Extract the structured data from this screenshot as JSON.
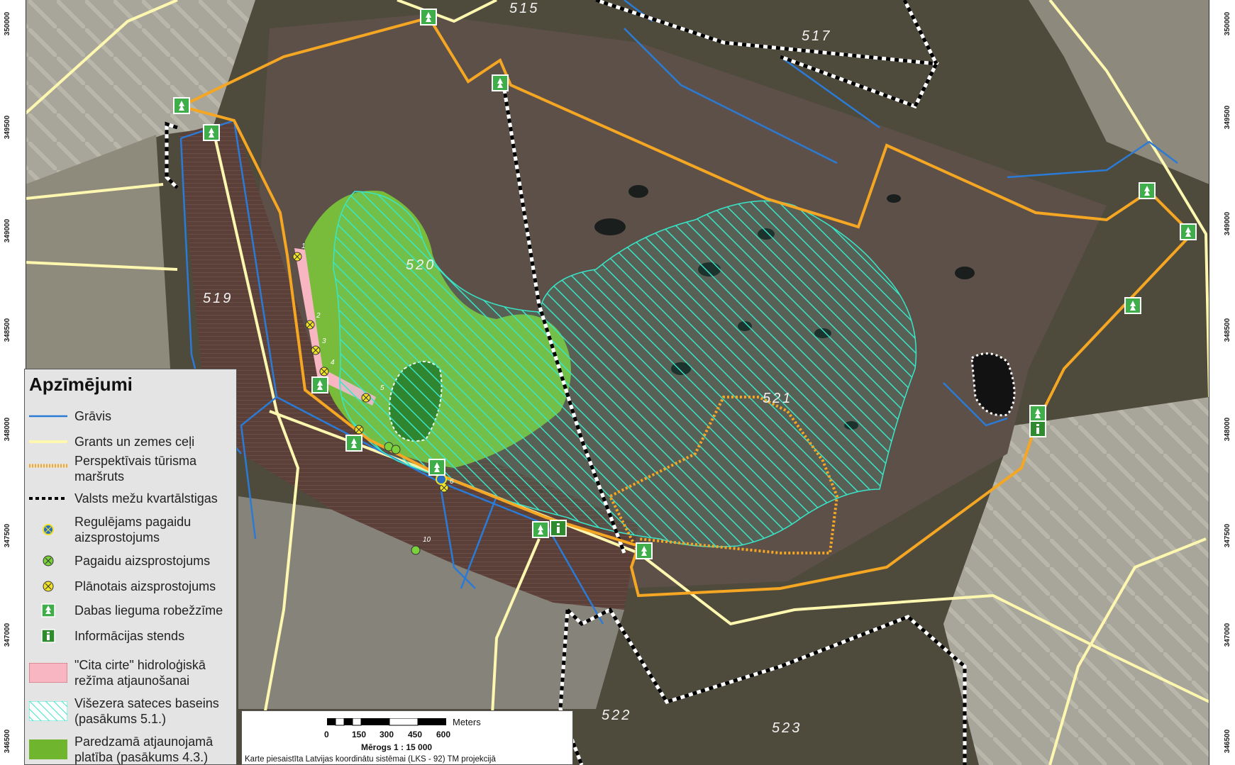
{
  "compartments": [
    "515",
    "517",
    "519",
    "520",
    "521",
    "522",
    "523"
  ],
  "coordinates_left": [
    "350000",
    "349500",
    "349000",
    "348500",
    "348000",
    "347500",
    "347000",
    "346500"
  ],
  "coordinates_right": [
    "350000",
    "349500",
    "349000",
    "348500",
    "348000",
    "347500",
    "347000",
    "346500"
  ],
  "dam_numbers": [
    "1",
    "2",
    "3",
    "4",
    "5",
    "6",
    "10"
  ],
  "legend": {
    "title": "Apzīmējumi",
    "items": [
      {
        "label": "Grāvis",
        "icon": "ditch-line",
        "color": "#2b7bd6"
      },
      {
        "label": "Grants un zemes ceļi",
        "icon": "gravel-road-line",
        "color": "#fdf7b0"
      },
      {
        "label": "Perspektīvais tūrisma maršruts",
        "icon": "tourism-route-line",
        "color": "#f5a623"
      },
      {
        "label": "Valsts mežu kvartālstigas",
        "icon": "forest-quarter-line",
        "color": "#000000"
      },
      {
        "label": "Regulējams pagaidu aizsprostojums",
        "icon": "adjustable-dam-icon",
        "color": "#2a6fbf"
      },
      {
        "label": "Pagaidu aizsprostojums",
        "icon": "temporary-dam-icon",
        "color": "#7bd13c"
      },
      {
        "label": "Plānotais aizsprostojums",
        "icon": "planned-dam-icon",
        "color": "#f2e227"
      },
      {
        "label": "Dabas lieguma robežzīme",
        "icon": "reserve-border-sign-icon",
        "color": "#3fae4a"
      },
      {
        "label": "Informācijas stends",
        "icon": "info-stand-icon",
        "color": "#2e8b2e"
      },
      {
        "label": "\"Cita cirte\" hidroloģiskā režīma atjaunošanai",
        "icon": "pink-area",
        "color": "#f7b6c2"
      },
      {
        "label": "Višezera sateces baseins (pasākums 5.1.)",
        "icon": "hatch-area",
        "color": "#35e0c0"
      },
      {
        "label": "Paredzamā atjaunojamā platība (pasākums 4.3.)",
        "icon": "green-area",
        "color": "#7cc83a"
      }
    ]
  },
  "scale": {
    "unit": "Meters",
    "ticks": [
      "0",
      "150",
      "300",
      "450",
      "600"
    ],
    "ratio_text": "Mērogs 1 : 15 000",
    "projection_text": "Karte piesaistīta Latvijas koordinātu sistēmai (LKS - 92) TM projekcijā"
  }
}
